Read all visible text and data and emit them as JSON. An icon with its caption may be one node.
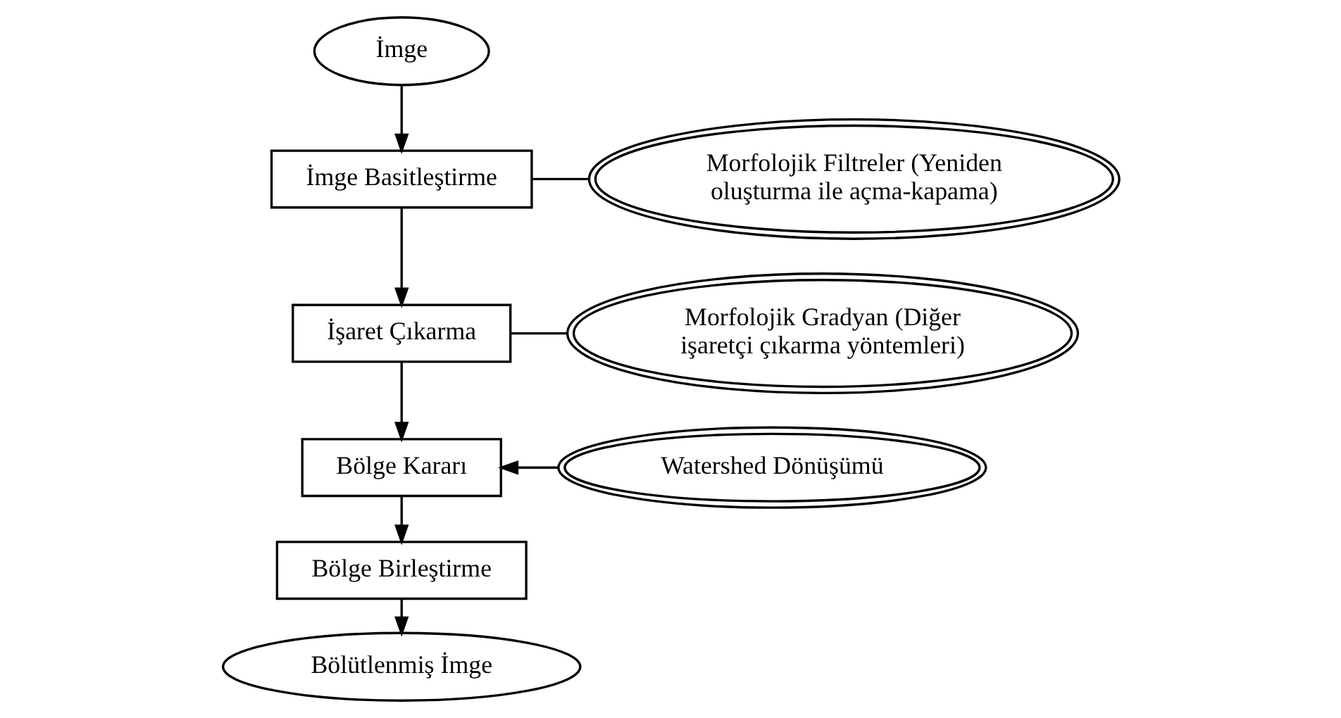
{
  "diagram": {
    "nodes": [
      {
        "text": [
          "İmge"
        ]
      },
      {
        "text": [
          "İmge Basitleştirme"
        ]
      },
      {
        "text": [
          "İşaret Çıkarma"
        ]
      },
      {
        "text": [
          "Bölge Kararı"
        ]
      },
      {
        "text": [
          "Bölge Birleştirme"
        ]
      },
      {
        "text": [
          "Bölütlenmiş İmge"
        ]
      },
      {
        "text": [
          "Morfolojik Filtreler (Yeniden oluşturma ile açma-kapama)"
        ]
      },
      {
        "text": [
          "Morfolojik Gradyan (Diğer işaretçi çıkarma yöntemleri)"
        ]
      },
      {
        "text": [
          "Watershed Dönüşümü"
        ]
      }
    ],
    "edges": [
      {
        "from": 0,
        "to": 1,
        "arrow": "to"
      },
      {
        "from": 1,
        "to": 2,
        "arrow": "to"
      },
      {
        "from": 2,
        "to": 3,
        "arrow": "to"
      },
      {
        "from": 3,
        "to": 4,
        "arrow": "to"
      },
      {
        "from": 4,
        "to": 5,
        "arrow": "to"
      },
      {
        "from": 6,
        "to": 1,
        "arrow": "none"
      },
      {
        "from": 7,
        "to": 2,
        "arrow": "none"
      },
      {
        "from": 8,
        "to": 3,
        "arrow": "to"
      }
    ]
  }
}
